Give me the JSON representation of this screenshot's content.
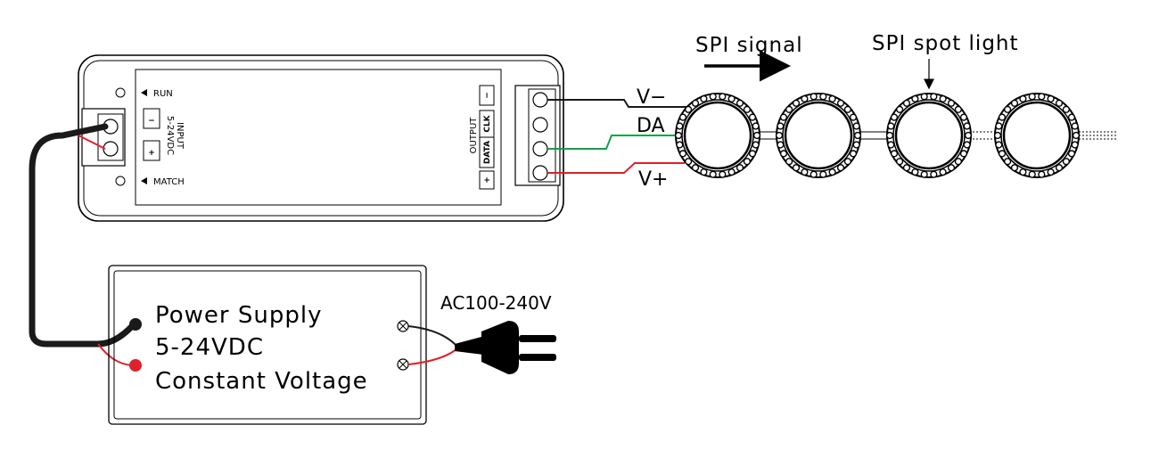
{
  "controller": {
    "run_label": "RUN",
    "match_label": "MATCH",
    "input_label": "INPUT",
    "input_voltage": "5-24VDC",
    "input_minus": "−",
    "input_plus": "+",
    "output_label": "OUTPUT",
    "output_terms": [
      "−",
      "CLK",
      "DATA",
      "+"
    ]
  },
  "wires": {
    "vminus_label": "V−",
    "data_label": "DA",
    "vplus_label": "V+"
  },
  "signal_label": "SPI signal",
  "light_label": "SPI spot light",
  "power_supply": {
    "line1": "Power Supply",
    "line2": "5-24VDC",
    "line3": "Constant Voltage"
  },
  "ac_label": "AC100-240V",
  "colors": {
    "outline": "#000000",
    "wire_red": "#e0202a",
    "wire_green": "#12a04a",
    "wire_black": "#1a1a1a"
  }
}
